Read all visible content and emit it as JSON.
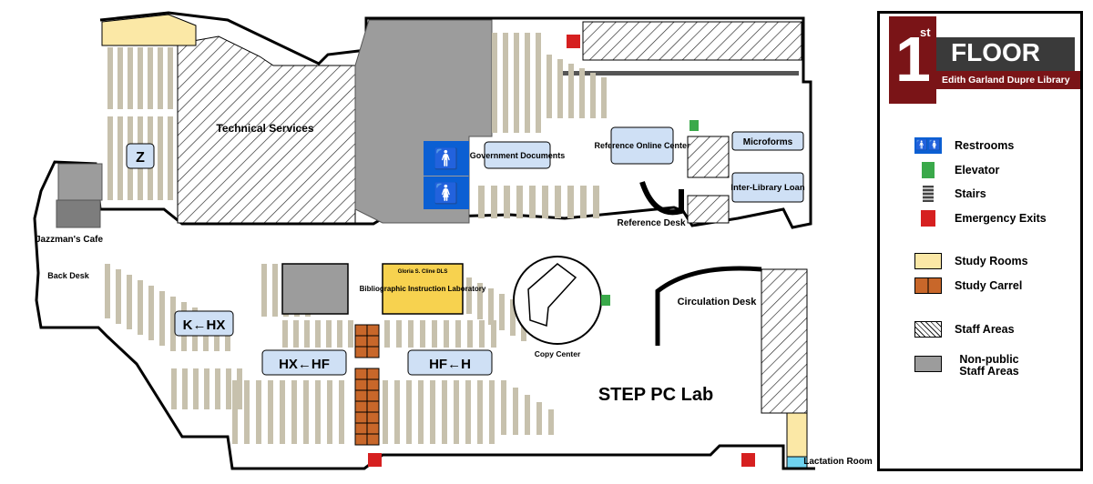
{
  "legend": {
    "floor_number": "1",
    "floor_ordinal": "st",
    "floor_word": "FLOOR",
    "library_name": "Edith Garland Dupre Library",
    "items": [
      {
        "label": "Restrooms",
        "icon": "restroom-icon"
      },
      {
        "label": "Elevator",
        "icon": "elevator-icon"
      },
      {
        "label": "Stairs",
        "icon": "stairs-icon"
      },
      {
        "label": "Emergency Exits",
        "icon": "emergency-exit-icon"
      },
      {
        "label": "Study Rooms",
        "color": "#fbe8a6"
      },
      {
        "label": "Study Carrel",
        "color": "#c8672a"
      },
      {
        "label": "Staff Areas",
        "pattern": "hatch"
      },
      {
        "label": "Non-public Staff Areas",
        "color": "#9c9c9c"
      }
    ]
  },
  "map": {
    "technical_services": "Technical Services",
    "z_section": "Z",
    "jazzmans_cafe": "Jazzman's Cafe",
    "back_desk": "Back Desk",
    "government_documents": "Government Documents",
    "reference_online_center": "Reference Online Center",
    "reference_desk": "Reference Desk",
    "microforms": "Microforms",
    "inter_library_loan": "Inter-Library Loan",
    "bi_lab_small": "Gloria S. Cline DLS",
    "bi_lab": "Bibliographic Instruction Laboratory",
    "copy_center": "Copy Center",
    "circulation_desk": "Circulation Desk",
    "step_pc_lab": "STEP PC Lab",
    "k_hx": "K←HX",
    "hx_hf": "HX←HF",
    "hf_h": "HF←H",
    "lactation_room": "Lactation Room"
  },
  "colors": {
    "shelf": "#c7c1ad",
    "label_box": "#cfe0f5",
    "restroom": "#0b5fd3",
    "nonpublic": "#9c9c9c",
    "study_room": "#fbe8a6",
    "carrel": "#c8672a",
    "exit": "#d62020",
    "elevator": "#3aa94a",
    "bi_lab": "#f7d24f",
    "legend_red": "#7a1417"
  }
}
